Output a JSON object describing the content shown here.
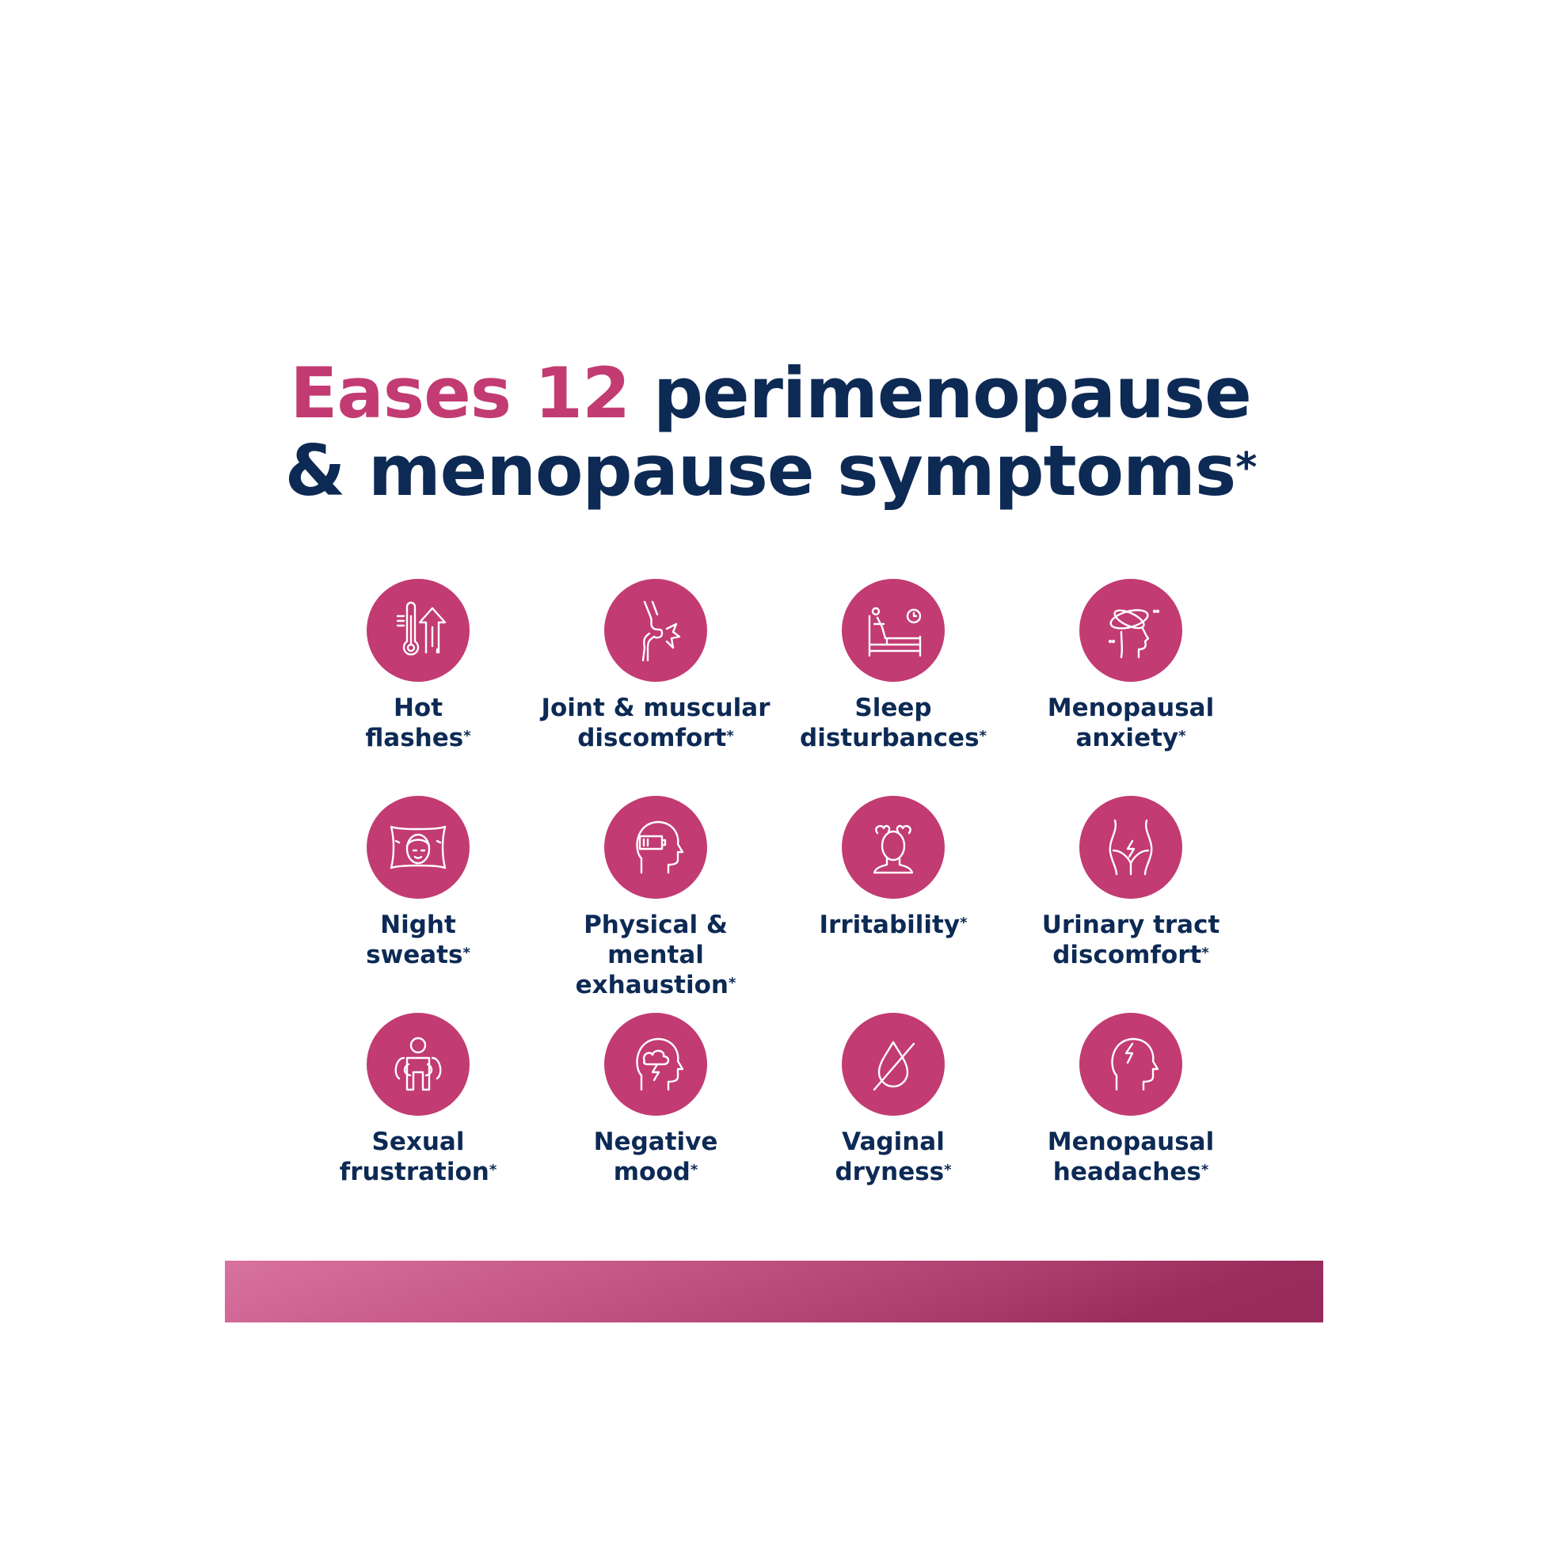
{
  "title": {
    "accent": "Eases 12",
    "line1_rest": "perimenopause",
    "line2": "& menopause symptoms",
    "asterisk": "*"
  },
  "colors": {
    "accent": "#c23b72",
    "text": "#0d2a55",
    "bar_start": "#d9729f",
    "bar_end": "#982a5c"
  },
  "symptoms": [
    {
      "line1": "Hot",
      "line2": "flashes",
      "icon": "thermometer-rising-icon"
    },
    {
      "line1": "Joint & muscular",
      "line2": "discomfort",
      "icon": "joint-pain-icon"
    },
    {
      "line1": "Sleep",
      "line2": "disturbances",
      "icon": "sleepless-bed-icon"
    },
    {
      "line1": "Menopausal",
      "line2": "anxiety",
      "icon": "dizzy-head-icon"
    },
    {
      "line1": "Night",
      "line2": "sweats",
      "icon": "sweating-face-pillow-icon"
    },
    {
      "line1": "Physical & mental",
      "line2": "exhaustion",
      "icon": "low-battery-head-icon"
    },
    {
      "line1": "Irritability",
      "line2": "",
      "icon": "angry-person-icon"
    },
    {
      "line1": "Urinary tract",
      "line2": "discomfort",
      "icon": "pelvis-pain-icon"
    },
    {
      "line1": "Sexual",
      "line2": "frustration",
      "icon": "person-hugging-icon"
    },
    {
      "line1": "Negative",
      "line2": "mood",
      "icon": "storm-brain-icon"
    },
    {
      "line1": "Vaginal",
      "line2": "dryness",
      "icon": "no-drop-icon"
    },
    {
      "line1": "Menopausal",
      "line2": "headaches",
      "icon": "headache-bolt-icon"
    }
  ]
}
